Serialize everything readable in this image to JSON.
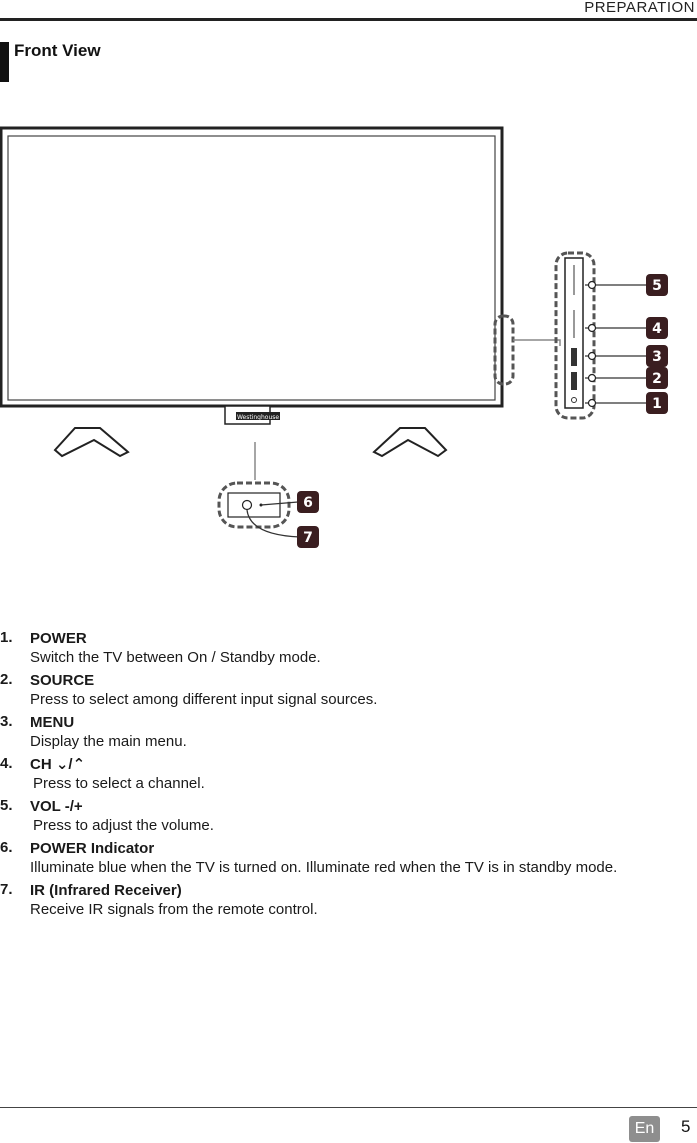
{
  "header": {
    "label": "PREPARATION"
  },
  "section": {
    "title": "Front View"
  },
  "diagram": {
    "brand_text": "Westinghouse",
    "callouts": [
      "1",
      "2",
      "3",
      "4",
      "5",
      "6",
      "7"
    ]
  },
  "items": [
    {
      "number": "1.",
      "name": "POWER",
      "note": "",
      "desc": "Switch the TV between On / Standby mode."
    },
    {
      "number": "2.",
      "name": "SOURCE",
      "note": "",
      "desc": "Press to select among different input signal sources."
    },
    {
      "number": "3.",
      "name": "MENU",
      "note": "",
      "desc": "Display the main menu."
    },
    {
      "number": "4.",
      "name": "CH ⌄/⌃",
      "note": "",
      "desc": "Press to select a channel."
    },
    {
      "number": "5.",
      "name": "VOL -/+",
      "note": "",
      "desc": "Press to adjust the volume."
    },
    {
      "number": "6.",
      "name": "POWER Indicator",
      "note": "",
      "desc": "Illuminate blue when the TV is turned on. Illuminate red when the TV is in standby mode."
    },
    {
      "number": "7.",
      "name": "IR",
      "note": " (Infrared Receiver)",
      "desc": "Receive IR signals from the remote control."
    }
  ],
  "footer": {
    "language": "En",
    "page_number": "5"
  }
}
